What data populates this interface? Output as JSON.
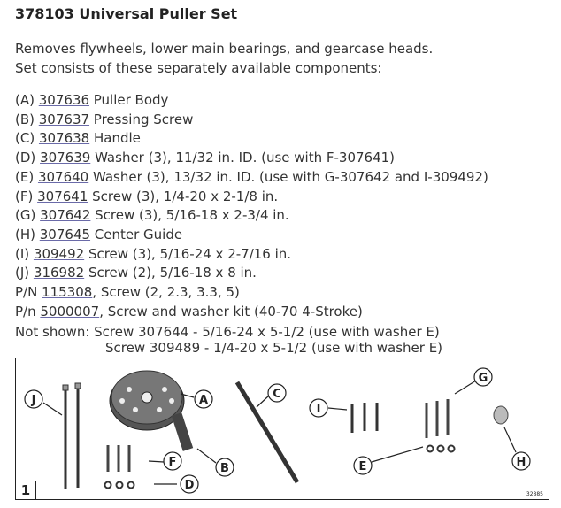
{
  "title": "378103 Universal Puller Set",
  "description": [
    "Removes flywheels, lower main bearings, and gearcase heads.",
    "Set consists of these separately available components:"
  ],
  "components": [
    {
      "label": "(A) ",
      "part": "307636",
      "text": " Puller Body"
    },
    {
      "label": "(B) ",
      "part": "307637",
      "text": " Pressing Screw"
    },
    {
      "label": "(C) ",
      "part": "307638",
      "text": " Handle"
    },
    {
      "label": "(D) ",
      "part": "307639",
      "text": " Washer (3),  11/32 in. ID. (use with F-307641)"
    },
    {
      "label": "(E) ",
      "part": "307640",
      "text": " Washer (3), 13/32 in. ID. (use with G-307642 and I-309492)"
    },
    {
      "label": "(F) ",
      "part": "307641",
      "text": " Screw (3), 1/4-20 x 2-1/8 in."
    },
    {
      "label": "(G) ",
      "part": "307642",
      "text": " Screw (3), 5/16-18 x 2-3/4 in."
    },
    {
      "label": "(H) ",
      "part": "307645",
      "text": " Center Guide"
    },
    {
      "label": "(I) ",
      "part": "309492",
      "text": " Screw (3), 5/16-24 x 2-7/16 in."
    },
    {
      "label": "(J) ",
      "part": "316982",
      "text": " Screw (2), 5/16-18 x 8 in."
    },
    {
      "label": "P/N ",
      "part": "115308",
      "text": ", Screw (2, 2.3, 3.3, 5)"
    },
    {
      "label": "P/n ",
      "part": "5000007",
      "text": ", Screw and washer kit (40-70 4-Stroke)"
    }
  ],
  "not_shown": [
    "Not shown: Screw 307644 - 5/16-24 x 5-1/2 (use with washer E)",
    "Screw 309489 - 1/4-20 x 5-1/2 (use with washer E)"
  ],
  "figure": {
    "number": "1",
    "code": "32885",
    "callouts": [
      "A",
      "B",
      "C",
      "D",
      "E",
      "F",
      "G",
      "H",
      "I",
      "J"
    ]
  },
  "colors": {
    "text": "#333333",
    "link_underline": "#6a6aa8",
    "border": "#222222"
  }
}
